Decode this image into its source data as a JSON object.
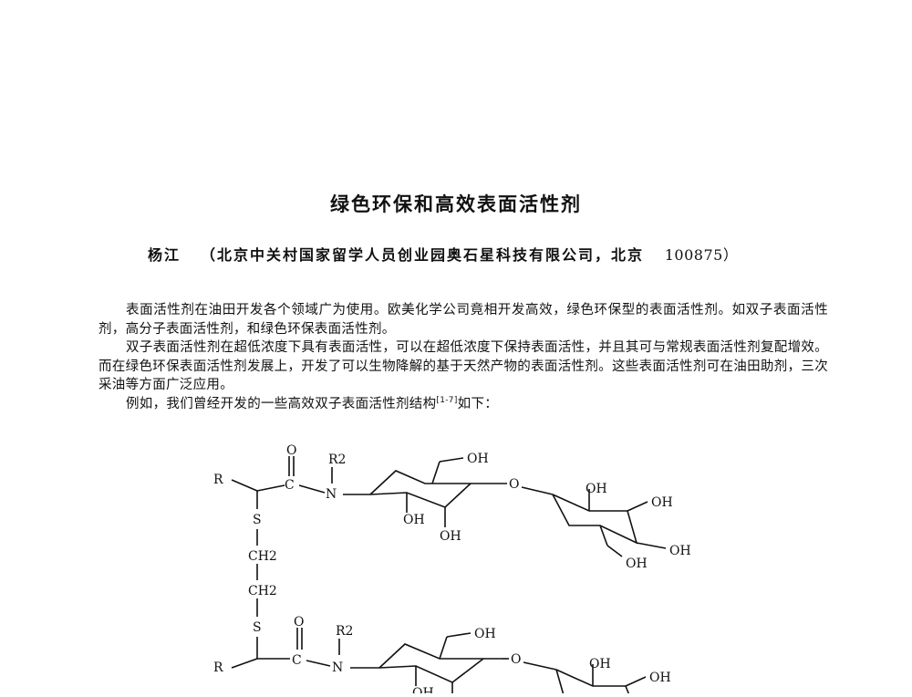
{
  "document": {
    "title": "绿色环保和高效表面活性剂",
    "author": "杨江",
    "affiliation": "（北京中关村国家留学人员创业园奥石星科技有限公司，北京",
    "zip": "100875）",
    "paragraphs": [
      {
        "text": "表面活性剂在油田开发各个领域广为使用。欧美化学公司竟相开发高效，绿色环保型的表面活性剂。如双子表面活性剂，高分子表面活性剂，和绿色环保表面活性剂。"
      },
      {
        "text": "双子表面活性剂在超低浓度下具有表面活性，可以在超低浓度下保持表面活性，并且其可与常规表面活性剂复配增效。而在绿色环保表面活性剂发展上，开发了可以生物降解的基于天然产物的表面活性剂。这些表面活性剂可在油田助剂，三次采油等方面广泛应用。"
      },
      {
        "text_before": "例如，我们曾经开发的一些高效双子表面活性剂结构",
        "citation": "[1-7]",
        "text_after": "如下："
      }
    ],
    "structure": {
      "description": "Gemini surfactant: two amide-sugar units linked by S-CH2-CH2-S spacer",
      "labels": {
        "r": "R",
        "r2": "R2",
        "carbonyl_o": "O",
        "c": "C",
        "n": "N",
        "s": "S",
        "ch2": "CH2",
        "oh": "OH",
        "glycosidic_o": "O"
      }
    }
  }
}
